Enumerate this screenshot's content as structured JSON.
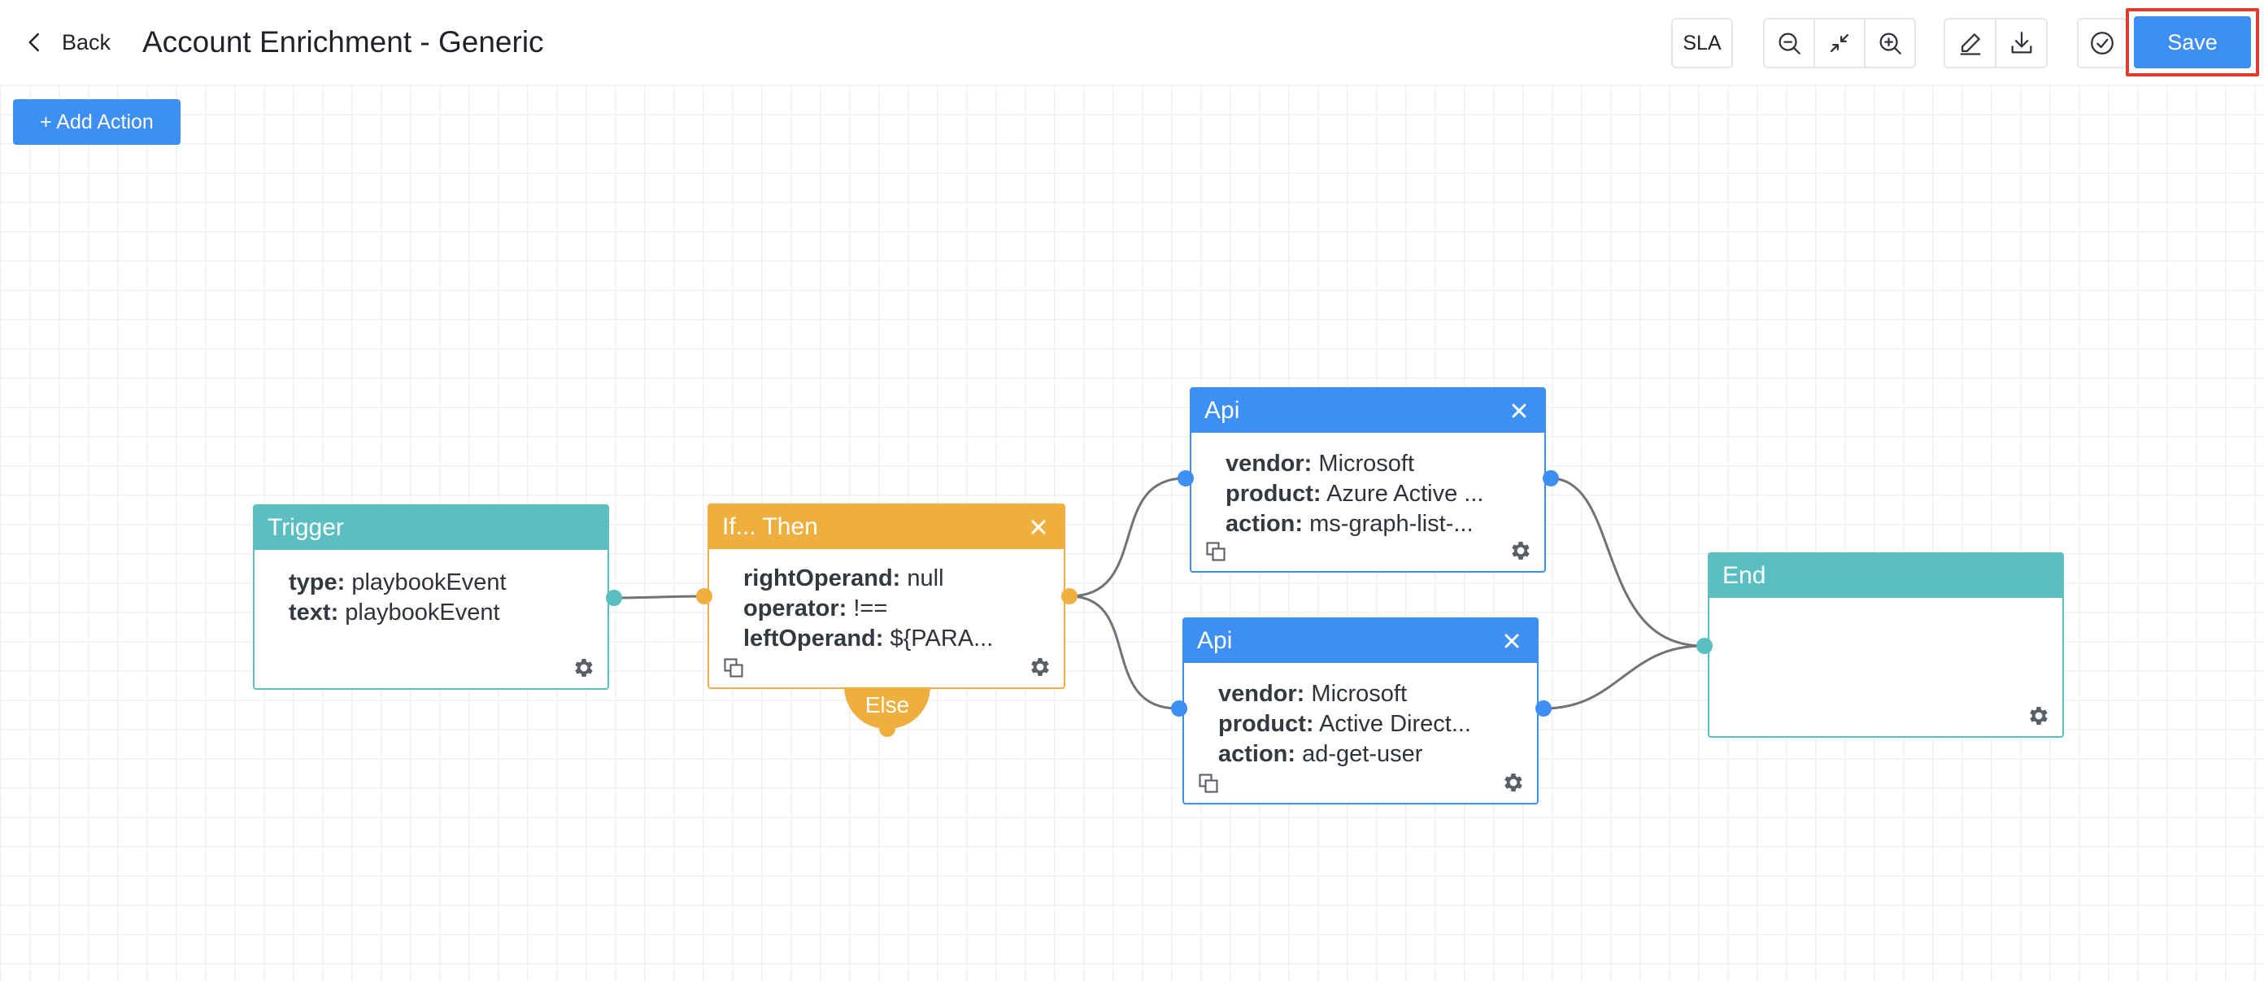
{
  "header": {
    "back_label": "Back",
    "title": "Account Enrichment - Generic",
    "sla_label": "SLA",
    "save_label": "Save"
  },
  "toolbar_icons": [
    "zoom-out-icon",
    "fit-to-screen-icon",
    "zoom-in-icon",
    "edit-icon",
    "download-icon",
    "check-circle-icon"
  ],
  "canvas": {
    "add_action_label": "+ Add Action",
    "nodes": {
      "trigger": {
        "title": "Trigger",
        "rows": [
          {
            "key": "type:",
            "value": "playbookEvent"
          },
          {
            "key": "text:",
            "value": "playbookEvent"
          }
        ]
      },
      "condition": {
        "title": "If... Then",
        "rows": [
          {
            "key": "rightOperand:",
            "value": "null"
          },
          {
            "key": "operator:",
            "value": "!=="
          },
          {
            "key": "leftOperand:",
            "value": "${PARA..."
          }
        ],
        "else_label": "Else"
      },
      "api_top": {
        "title": "Api",
        "rows": [
          {
            "key": "vendor:",
            "value": "Microsoft"
          },
          {
            "key": "product:",
            "value": "Azure Active ..."
          },
          {
            "key": "action:",
            "value": "ms-graph-list-..."
          }
        ]
      },
      "api_bottom": {
        "title": "Api",
        "rows": [
          {
            "key": "vendor:",
            "value": "Microsoft"
          },
          {
            "key": "product:",
            "value": "Active Direct..."
          },
          {
            "key": "action:",
            "value": "ad-get-user"
          }
        ]
      },
      "end": {
        "title": "End"
      }
    }
  },
  "colors": {
    "primary": "#3d8ff3",
    "teal": "#5bbfc1",
    "orange": "#efaf3f",
    "highlight": "#e03a2c"
  }
}
